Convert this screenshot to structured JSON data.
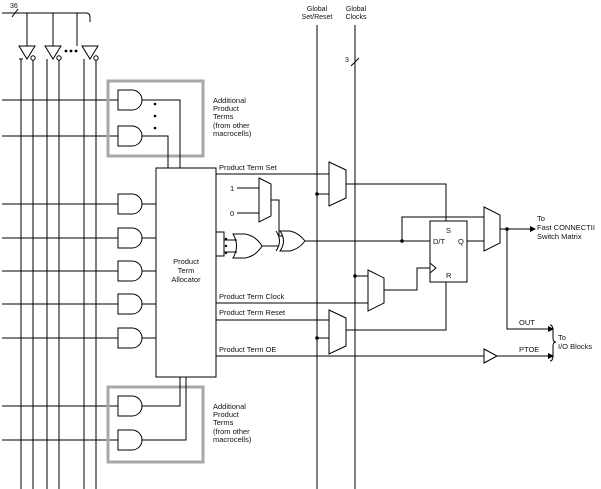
{
  "bus_width": "36",
  "top_labels": {
    "global_set_reset": [
      "Global",
      "Set/Reset"
    ],
    "global_clocks": [
      "Global",
      "Clocks"
    ],
    "clock_bus_width": "3"
  },
  "additional_terms": [
    "Additional",
    "Product",
    "Terms",
    "(from other",
    "macrocells)"
  ],
  "allocator": [
    "Product",
    "Term",
    "Allocator"
  ],
  "signals": {
    "pt_set": "Product Term Set",
    "pt_clock": "Product Term Clock",
    "pt_reset": "Product Term Reset",
    "pt_oe": "Product Term OE",
    "const_one": "1",
    "const_zero": "0"
  },
  "flipflop": {
    "s": "S",
    "dt": "D/T",
    "q": "Q",
    "r": "R"
  },
  "outputs": {
    "to_fcm": [
      "To",
      "Fast CONNECTII",
      "Switch Matrix"
    ],
    "out": "OUT",
    "ptoe": "PTOE",
    "to_io": [
      "To",
      "I/O Blocks"
    ]
  }
}
